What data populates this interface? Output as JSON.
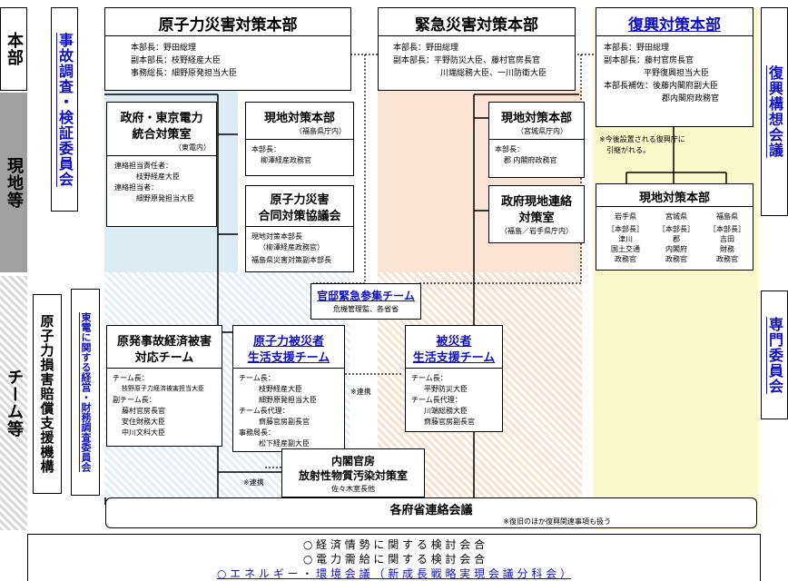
{
  "colors": {
    "left_bg": "#dcecf4",
    "mid_bg": "#fbe4d4",
    "right_bg": "#fbf8cc",
    "side_gray": "#a0a0a0",
    "link_blue": "#1010c0"
  },
  "side": {
    "honbu": "本部",
    "genchi": "現地等",
    "team": "チーム等"
  },
  "jiko_committee": "事故調査・検証委員会",
  "hq1": {
    "title": "原子力災害対策本部",
    "lines": [
      "本部長：野田総理",
      "副本部長：枝野経産大臣",
      "事務総長：細野原発担当大臣"
    ]
  },
  "hq2": {
    "title": "緊急災害対策本部",
    "lines": [
      "本部長：野田総理",
      "副本部長：平野防災大臣、藤村官房長官",
      "川端総務大臣、一川防衛大臣"
    ]
  },
  "hq3": {
    "title": "復興対策本部",
    "lines": [
      "本部長：野田総理",
      "副本部長：藤村官房長官",
      "平野復興担当大臣",
      "本部長補佐：後藤内閣府副大臣",
      "郡内閣府政務官"
    ]
  },
  "fukko_kosou": "復興構想会議",
  "senmon": "専門委員会",
  "tepco_joint": {
    "title_l1": "政府・東京電力",
    "title_l2": "統合対策室",
    "loc": "（東電内）",
    "lines": [
      "連絡担当責任者：",
      "枝野経産大臣",
      "連絡担当者：",
      "細野原発担当大臣"
    ]
  },
  "genchi1": {
    "title": "現地対策本部",
    "loc": "（福島県庁内）",
    "lines": [
      "本部長：",
      "柳澤経産政務官"
    ]
  },
  "joint_council": {
    "title_l1": "原子力災害",
    "title_l2": "合同対策協議会",
    "lines": [
      "現地対策本部長",
      "（柳澤経産政務官）",
      "福島県災害対策副本部長"
    ]
  },
  "genchi2": {
    "title": "現地対策本部",
    "loc": "（宮城県庁内）",
    "lines": [
      "本部長：",
      "郡 内閣府政務官"
    ]
  },
  "gov_liaison": {
    "title_l1": "政府現地連絡",
    "title_l2": "対策室",
    "loc": "（福島／岩手県庁内）"
  },
  "fukko_note": [
    "※今後設置される復興庁に",
    "引継がれる。"
  ],
  "genchi3": {
    "title": "現地対策本部",
    "cols": [
      {
        "pref": "岩手県",
        "role": "［本部長］",
        "l1": "津川",
        "l2": "国土交通",
        "l3": "政務官"
      },
      {
        "pref": "宮城県",
        "role": "［本部長］",
        "l1": "郡",
        "l2": "内閣府",
        "l3": "政務官"
      },
      {
        "pref": "福島県",
        "role": "［本部長］",
        "l1": "吉田",
        "l2": "財務",
        "l3": "政務官"
      }
    ]
  },
  "baisho": "原子力損害賠償支援機構",
  "tepco_fin": "東電に関する経営・財務調査委員会",
  "kantei": {
    "title": "官邸緊急参集チーム",
    "sub": "危機管理監、各省省"
  },
  "econ_team": {
    "title_l1": "原発事故経済被害",
    "title_l2": "対応チーム",
    "lines": [
      "チーム長：",
      "枝野原子力経済被害担当大臣",
      "副チーム長：",
      "藤村官房長官",
      "安住財務大臣",
      "中川文科大臣"
    ]
  },
  "nuc_victim": {
    "title_l1": "原子力被災者",
    "title_l2": "生活支援チーム",
    "lines": [
      "チーム長：",
      "枝野経産大臣",
      "細野原発担当大臣",
      "チーム長代理：",
      "齋藤官房副長官",
      "事務局長：",
      "松下経産副大臣"
    ]
  },
  "victim": {
    "title_l1": "被災者",
    "title_l2": "生活支援チーム",
    "lines": [
      "チーム長：",
      "平野防災大臣",
      "チーム長代理：",
      "川端総務大臣",
      "齋藤官房副長官"
    ]
  },
  "renkei": "※連携",
  "radiation": {
    "title_l1": "内閣官房",
    "title_l2": "放射性物質汚染対策室",
    "sub": "佐々木室長他"
  },
  "ministries": {
    "title": "各府省連絡会議",
    "sub": "※復旧のほか復興関連事項も扱う"
  },
  "bottom": {
    "l1": "○ 経 済 情 勢 に 関 す る 検 討 会 合",
    "l2": "○ 電 力 需 給 に 関 す る 検 討 会 合",
    "l3": "○ エ ネ ル ギ ー ・ 環 境 会 議 （ 新 成 長 戦 略 実 現 会 議 分 科 会 ）"
  }
}
